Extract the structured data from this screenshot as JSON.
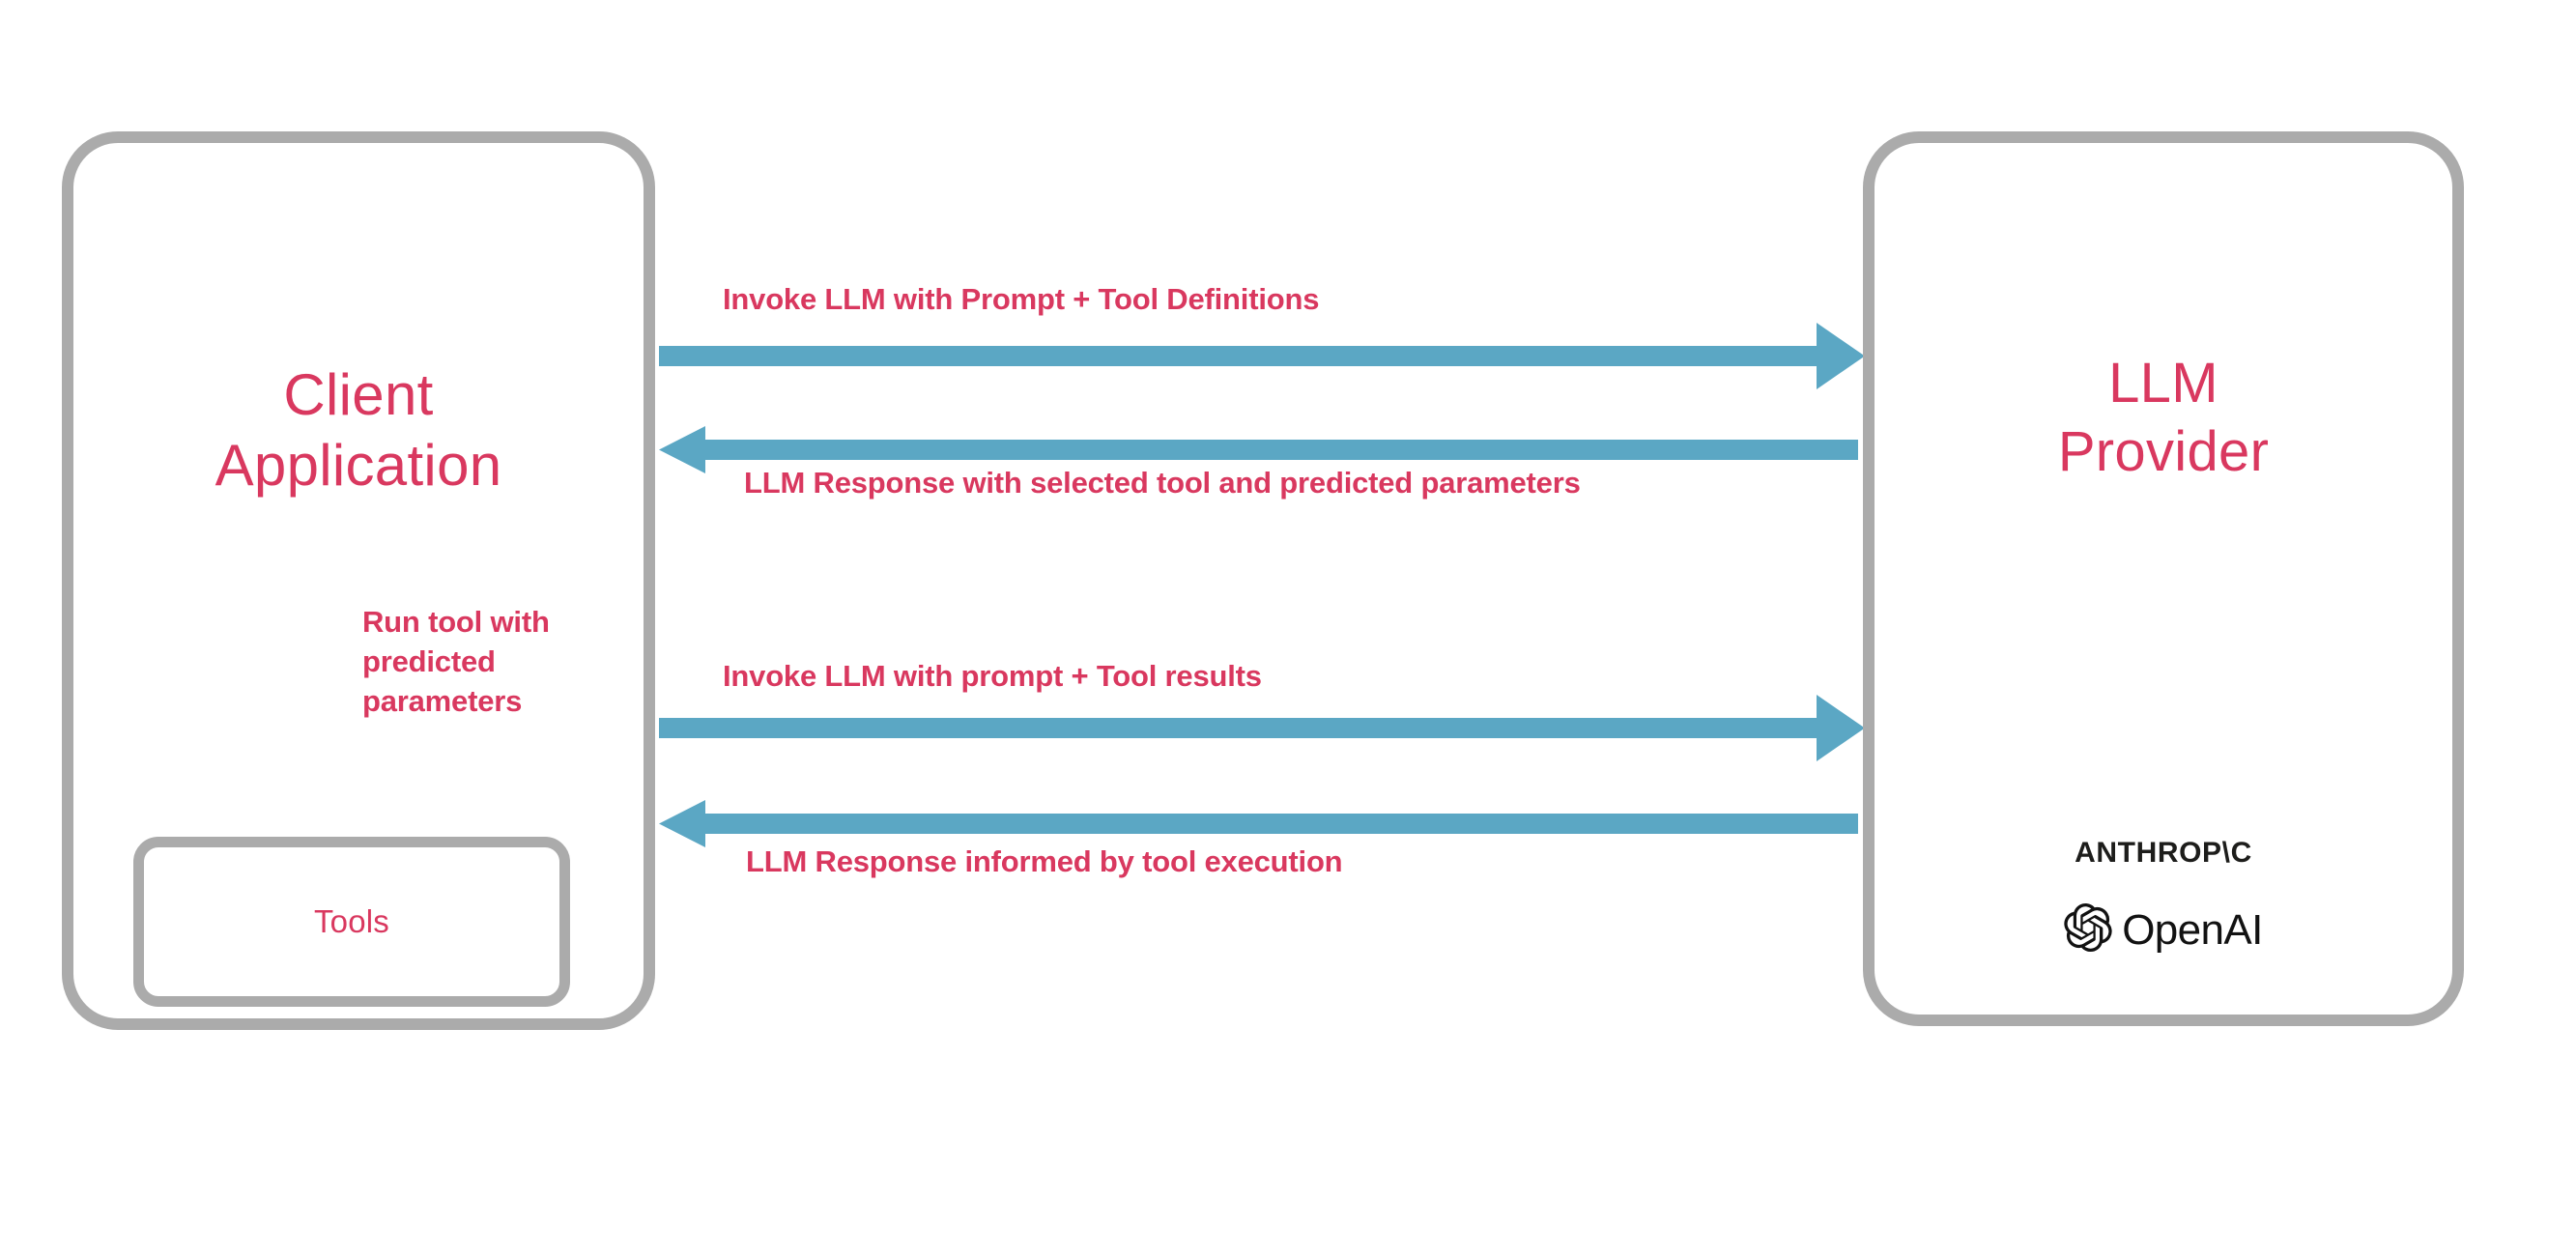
{
  "diagram": {
    "title": "LLM tool-calling sequence between client application and LLM provider",
    "colors": {
      "accent_text": "#d9385f",
      "arrow": "#5ba7c4",
      "box_border": "#ababab",
      "background": "#ffffff",
      "logo_text": "#1d1d1b"
    },
    "nodes": [
      {
        "id": "client",
        "title_line1": "Client",
        "title_line2": "Application",
        "child": {
          "id": "tools",
          "label": "Tools"
        }
      },
      {
        "id": "provider",
        "title_line1": "LLM",
        "title_line2": "Provider",
        "vendors": [
          {
            "id": "anthropic",
            "name": "ANTHROP\\C",
            "icon": "anthropic-wordmark"
          },
          {
            "id": "openai",
            "name": "OpenAI",
            "icon": "openai-logo-icon"
          }
        ]
      }
    ],
    "flows": [
      {
        "id": "invoke-1",
        "label": "Invoke LLM with Prompt + Tool Definitions",
        "direction": "client-to-provider",
        "icon": "arrow-right-icon"
      },
      {
        "id": "response-1",
        "label": "LLM Response with selected tool and predicted parameters",
        "direction": "provider-to-client",
        "icon": "arrow-left-icon"
      },
      {
        "id": "run-tool",
        "label": "Run tool with predicted parameters",
        "direction": "client-to-tools",
        "icon": "arrow-down-icon"
      },
      {
        "id": "invoke-2",
        "label": "Invoke LLM with prompt + Tool results",
        "direction": "client-to-provider",
        "icon": "arrow-right-icon"
      },
      {
        "id": "response-2",
        "label": "LLM Response informed by tool execution",
        "direction": "provider-to-client",
        "icon": "arrow-left-icon"
      }
    ]
  }
}
